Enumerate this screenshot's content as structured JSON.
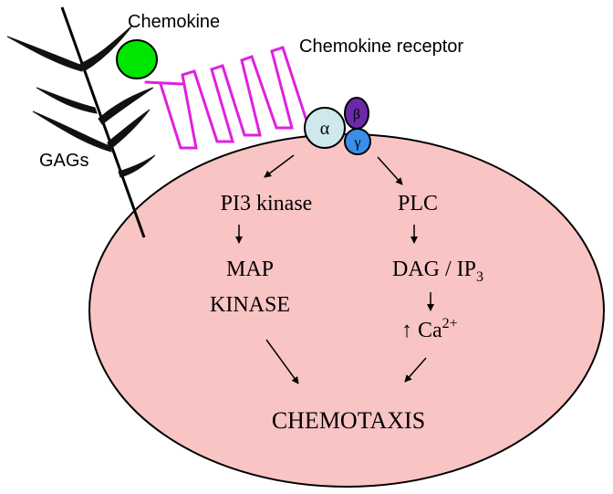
{
  "labels": {
    "chemokine": "Chemokine",
    "receptor": "Chemokine receptor",
    "gags": "GAGs",
    "alpha": "α",
    "beta": "β",
    "gamma": "γ",
    "pi3k": "PI3 kinase",
    "plc": "PLC",
    "map_line1": "MAP",
    "map_line2": "KINASE",
    "dag_main": "DAG / IP",
    "dag_sub": "3",
    "ca_arrow": "↑",
    "ca_main": "Ca",
    "ca_sup": "2+",
    "chemotaxis": "CHEMOTAXIS"
  },
  "colors": {
    "cell_fill": "#f9c4c4",
    "cell_stroke": "#000000",
    "chemokine_fill": "#00e600",
    "receptor_stroke": "#e020e0",
    "alpha_fill": "#cfe8ec",
    "beta_fill": "#6a2aa8",
    "gamma_fill": "#3a8ee8",
    "gag_fill": "#111111"
  }
}
